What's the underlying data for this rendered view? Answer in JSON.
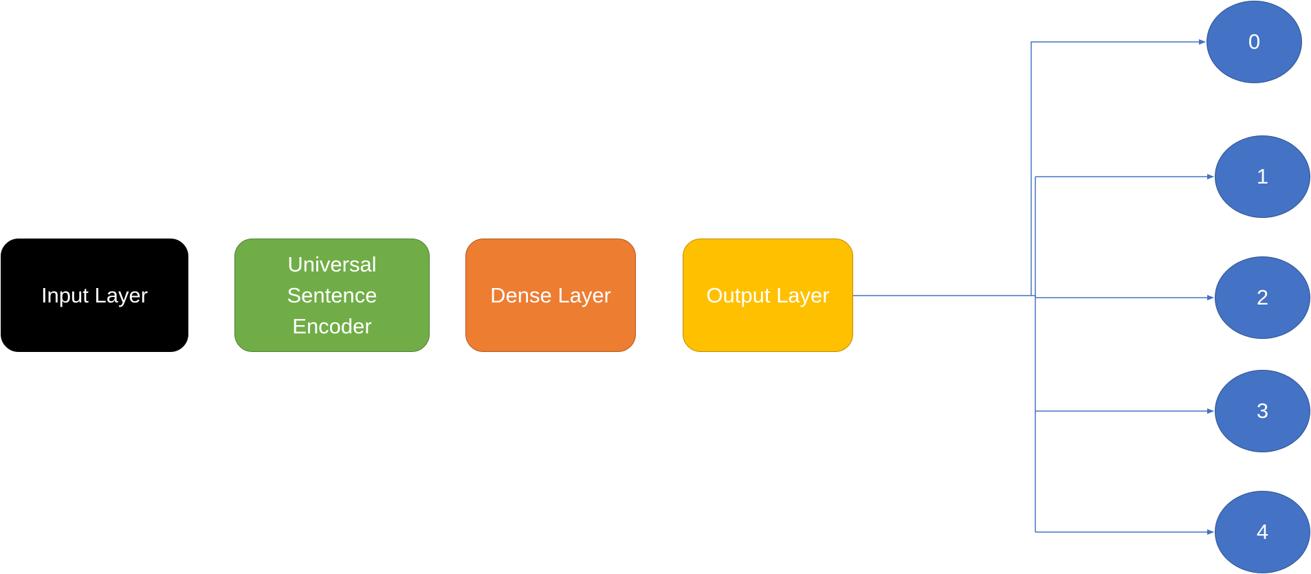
{
  "boxes": {
    "input": {
      "label": "Input Layer",
      "color": "#000000"
    },
    "use": {
      "label": "Universal\nSentence\nEncoder",
      "color": "#70ad47"
    },
    "dense": {
      "label": "Dense Layer",
      "color": "#ed7d31"
    },
    "output": {
      "label": "Output Layer",
      "color": "#ffc000"
    }
  },
  "output_nodes": [
    {
      "label": "0"
    },
    {
      "label": "1"
    },
    {
      "label": "2"
    },
    {
      "label": "3"
    },
    {
      "label": "4"
    }
  ],
  "colors": {
    "node_fill": "#4472c4",
    "connector": "#4472c4"
  }
}
